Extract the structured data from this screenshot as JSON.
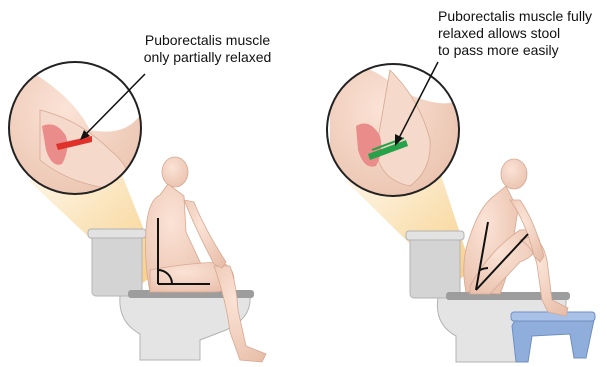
{
  "captions": {
    "left": [
      "Puborectalis muscle",
      "only partially relaxed"
    ],
    "right": [
      "Puborectalis muscle fully",
      "relaxed allows stool",
      "to pass more easily"
    ]
  },
  "colors": {
    "skin": "#f3d2c1",
    "skin_shade": "#e6b9a4",
    "toilet": "#d9d9d9",
    "toilet_dark": "#b8b8b8",
    "stool": "#8faedb",
    "muscle_partial": "#e0322b",
    "muscle_relaxed": "#27a24a",
    "rectum": "#e98c8a",
    "beam": "#f6c978"
  },
  "icons": {
    "left_stool": "none",
    "right_stool": "footstool"
  }
}
